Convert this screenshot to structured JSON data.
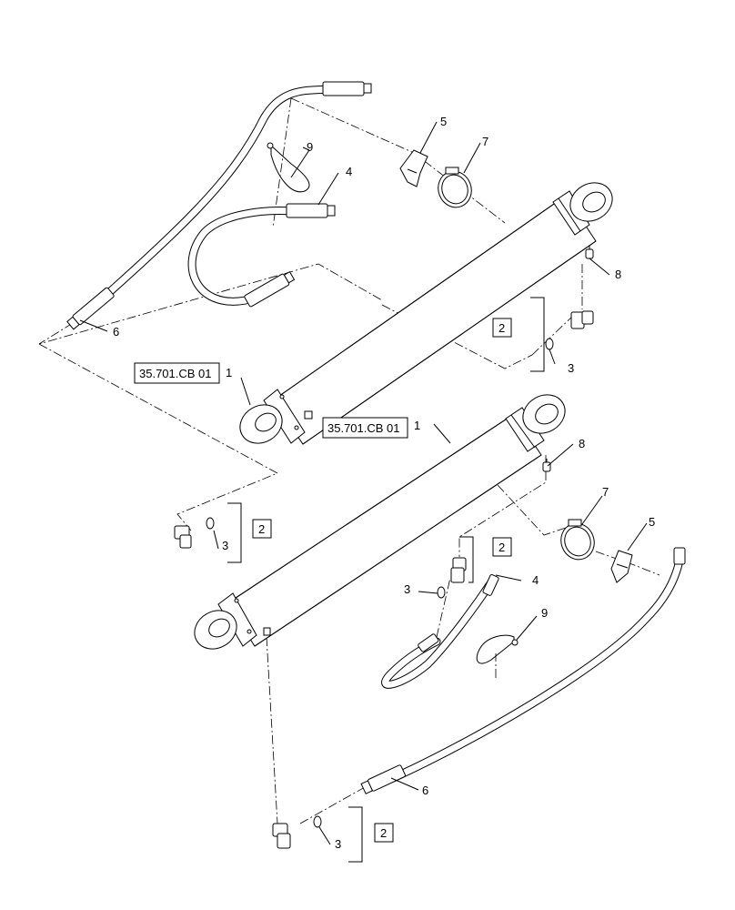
{
  "callouts": {
    "item_1": "1",
    "item_2": "2",
    "item_3": "3",
    "item_4": "4",
    "item_5": "5",
    "item_6": "6",
    "item_7": "7",
    "item_8": "8",
    "item_9": "9"
  },
  "references": {
    "cylinder_ref": "35.701.CB 01"
  }
}
